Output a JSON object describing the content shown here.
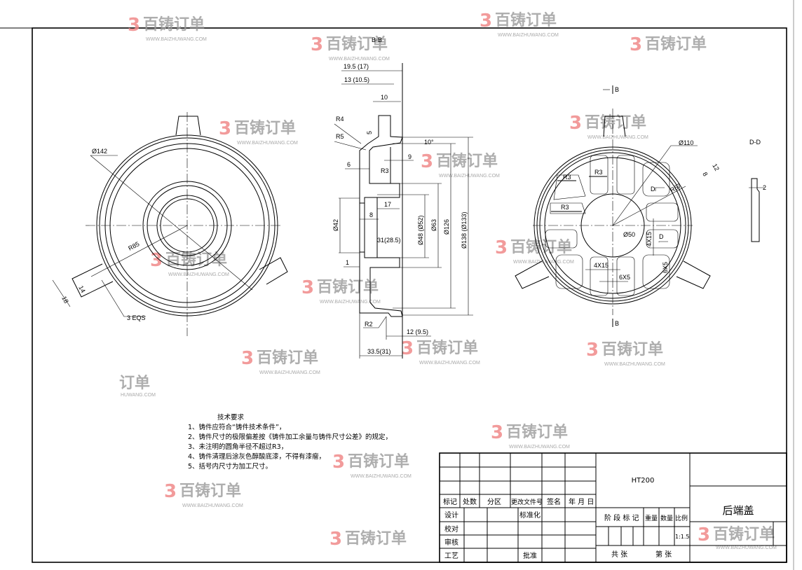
{
  "watermark": {
    "logo": "百铸订单",
    "mark": "3",
    "url": "WWW.BAIZHUWANG.COM",
    "partial_logo": "订单",
    "partial_url": "HUWANG.COM"
  },
  "front_view": {
    "dia_outer": "Ø142",
    "radius": "R85",
    "boss_w1": "18",
    "boss_w2": "14",
    "eqs": "3 EQS"
  },
  "section_view": {
    "title": "B-B",
    "dims": {
      "d1": "19.5 (17)",
      "d2": "13 (10.5)",
      "d3": "10",
      "r4": "R4",
      "r5": "R5",
      "d5": "5",
      "angle": "10°",
      "d9": "9",
      "d6": "6",
      "r3": "R3",
      "d17": "17",
      "d8": "8",
      "d42": "Ø42",
      "d31": "31(28.5)",
      "d1b": "1",
      "d48": "Ø48 (Ø52)",
      "d63": "Ø63",
      "d126": "Ø126",
      "d138": "Ø138 (Ø133)",
      "r2": "R2",
      "d12": "12 (9.5)",
      "d33": "33.5(31)"
    }
  },
  "rear_view": {
    "b_top": "B",
    "b_bottom": "B",
    "d110": "Ø110",
    "d12": "12",
    "d8": "8",
    "r67": "R67",
    "r3a": "R3",
    "r3b": "R3",
    "r3c": "R3",
    "d_label": "D",
    "d_label2": "D",
    "d50": "Ø50",
    "d4x15v": "4X15",
    "d4x15h": "4X15",
    "d6x5": "6X5",
    "d6x5v": "6X5"
  },
  "detail_view": {
    "title": "D-D",
    "d2": "2"
  },
  "requirements": {
    "title": "技术要求",
    "items": [
      "1、铸件应符合“铸件技术条件”，",
      "2、铸件尺寸的极限偏差按《铸件加工余量与铸件尺寸公差》的规定，",
      "3、未注明的圆角半径不超过R3，",
      "4、铸件清理后涂灰色醇酸底漆，不得有漆瘤，",
      "5、括号内尺寸为加工尺寸。"
    ]
  },
  "title_block": {
    "material": "HT200",
    "part_name": "后端盖",
    "headers": [
      "标记",
      "处数",
      "分区",
      "更改文件号",
      "签名",
      "年 月 日"
    ],
    "rows": [
      "设计",
      "校对",
      "审核",
      "工艺"
    ],
    "standardization": "标准化",
    "approve": "批准",
    "stage_mark": "阶 段 标 记",
    "weight": "重量",
    "quantity": "数量",
    "scale_label": "比例",
    "scale": "1:1.5",
    "total_sheets": "共   张",
    "sheet_no": "第   张"
  }
}
